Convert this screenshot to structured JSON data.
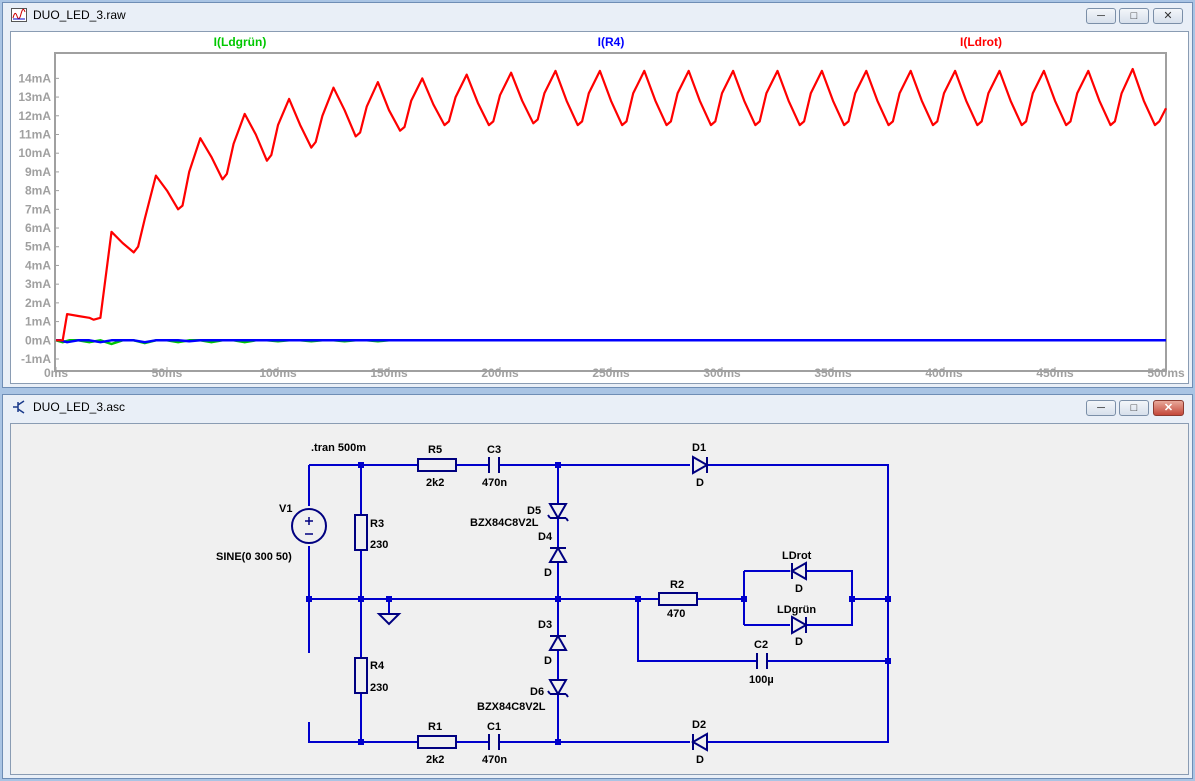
{
  "plot_window": {
    "title": "DUO_LED_3.raw",
    "icon": "waveform-icon"
  },
  "schematic_window": {
    "title": "DUO_LED_3.asc",
    "icon": "transistor-icon"
  },
  "window_buttons": {
    "minimize": "minimize-icon",
    "maximize": "maximize-icon",
    "close": "close-icon"
  },
  "colors": {
    "ldgruen": "#00c800",
    "r4": "#0000ff",
    "ldrot": "#ff0000",
    "axis": "#a0a0a0",
    "wire": "#0000cc",
    "component": "#000080"
  },
  "chart_data": {
    "type": "line",
    "x_unit": "ms",
    "y_unit": "mA",
    "xlim": [
      0,
      500
    ],
    "ylim": [
      -1,
      15
    ],
    "x_ticks": [
      "0ms",
      "50ms",
      "100ms",
      "150ms",
      "200ms",
      "250ms",
      "300ms",
      "350ms",
      "400ms",
      "450ms",
      "500ms"
    ],
    "y_ticks": [
      "-1mA",
      "0mA",
      "1mA",
      "2mA",
      "3mA",
      "4mA",
      "5mA",
      "6mA",
      "7mA",
      "8mA",
      "9mA",
      "10mA",
      "11mA",
      "12mA",
      "13mA",
      "14mA"
    ],
    "grid": false,
    "series": [
      {
        "name": "I(Ldgrün)",
        "color": "#00c800",
        "x": [
          0,
          3,
          6,
          10,
          15,
          20,
          25,
          30,
          35,
          40,
          45,
          50,
          55,
          60,
          65,
          70,
          75,
          80,
          85,
          90,
          95,
          100,
          105,
          110,
          115,
          120,
          125,
          130,
          135,
          140,
          145,
          150,
          155,
          160,
          165,
          170,
          500
        ],
        "y": [
          0,
          -0.1,
          0,
          0,
          -0.1,
          0,
          -0.2,
          0,
          0,
          -0.15,
          0,
          0,
          -0.1,
          0,
          0,
          -0.1,
          0,
          0,
          -0.1,
          0,
          0,
          -0.05,
          0,
          0,
          -0.05,
          0,
          0,
          -0.05,
          0,
          0,
          -0.05,
          0,
          0,
          0,
          0,
          0,
          0
        ]
      },
      {
        "name": "I(R4)",
        "color": "#0000ff",
        "x": [
          0,
          2,
          5,
          10,
          15,
          20,
          25,
          30,
          35,
          40,
          45,
          50,
          55,
          60,
          65,
          70,
          80,
          90,
          100,
          120,
          140,
          160,
          200,
          300,
          400,
          500
        ],
        "y": [
          0,
          0,
          -0.1,
          0,
          0,
          -0.1,
          0,
          0,
          0,
          -0.1,
          0,
          0,
          0,
          -0.05,
          0,
          0,
          0,
          0,
          0,
          0,
          0,
          0,
          0,
          0,
          0,
          0
        ]
      },
      {
        "name": "I(Ldrot)",
        "color": "#ff0000",
        "x": [
          0,
          3,
          5,
          10,
          15,
          17,
          20,
          25,
          30,
          35,
          37,
          40,
          45,
          50,
          55,
          57,
          60,
          65,
          70,
          75,
          77,
          80,
          85,
          90,
          95,
          97,
          100,
          105,
          110,
          115,
          117,
          120,
          125,
          130,
          135,
          137,
          140,
          145,
          150,
          155,
          157,
          160,
          165,
          170,
          175,
          177,
          180,
          185,
          190,
          195,
          197,
          200,
          205,
          210,
          215,
          217,
          220,
          225,
          230,
          235,
          237,
          240,
          245,
          250,
          255,
          257,
          260,
          265,
          270,
          275,
          277,
          280,
          285,
          290,
          295,
          297,
          300,
          305,
          310,
          315,
          317,
          320,
          325,
          330,
          335,
          337,
          340,
          345,
          350,
          355,
          357,
          360,
          365,
          370,
          375,
          377,
          380,
          385,
          390,
          395,
          397,
          400,
          405,
          410,
          415,
          417,
          420,
          425,
          430,
          435,
          437,
          440,
          445,
          450,
          455,
          457,
          460,
          465,
          470,
          475,
          477,
          480,
          485,
          490,
          495,
          497,
          500
        ],
        "y": [
          0,
          0,
          1.4,
          1.3,
          1.2,
          1.1,
          1.2,
          5.8,
          5.2,
          4.7,
          5.0,
          6.5,
          8.8,
          8.0,
          7.0,
          7.2,
          9.0,
          10.8,
          9.8,
          8.6,
          8.9,
          10.5,
          12.1,
          11.0,
          9.6,
          9.9,
          11.5,
          12.9,
          11.5,
          10.3,
          10.6,
          12.0,
          13.5,
          12.3,
          10.9,
          11.1,
          12.5,
          13.8,
          12.3,
          11.2,
          11.4,
          12.8,
          14.0,
          12.6,
          11.5,
          11.7,
          13.0,
          14.2,
          12.7,
          11.5,
          11.7,
          13.1,
          14.3,
          12.8,
          11.6,
          11.8,
          13.2,
          14.4,
          12.8,
          11.5,
          11.7,
          13.2,
          14.4,
          12.8,
          11.5,
          11.7,
          13.2,
          14.4,
          12.8,
          11.5,
          11.7,
          13.2,
          14.4,
          12.8,
          11.5,
          11.7,
          13.2,
          14.4,
          12.8,
          11.5,
          11.7,
          13.2,
          14.4,
          12.8,
          11.5,
          11.7,
          13.2,
          14.4,
          12.8,
          11.5,
          11.7,
          13.2,
          14.4,
          12.8,
          11.5,
          11.7,
          13.2,
          14.4,
          12.8,
          11.5,
          11.7,
          13.2,
          14.4,
          12.8,
          11.5,
          11.7,
          13.2,
          14.4,
          12.8,
          11.5,
          11.7,
          13.2,
          14.4,
          12.8,
          11.5,
          11.7,
          13.2,
          14.4,
          12.8,
          11.5,
          11.7,
          13.2,
          14.5,
          12.8,
          11.5,
          11.7,
          12.4
        ]
      }
    ]
  },
  "schematic": {
    "directive": ".tran 500m",
    "V1": {
      "name": "V1",
      "value": "SINE(0 300 50)"
    },
    "R3": {
      "name": "R3",
      "value": "230"
    },
    "R4": {
      "name": "R4",
      "value": "230"
    },
    "R5": {
      "name": "R5",
      "value": "2k2"
    },
    "R1": {
      "name": "R1",
      "value": "2k2"
    },
    "R2": {
      "name": "R2",
      "value": "470"
    },
    "C3": {
      "name": "C3",
      "value": "470n"
    },
    "C1": {
      "name": "C1",
      "value": "470n"
    },
    "C2": {
      "name": "C2",
      "value": "100µ"
    },
    "D1": {
      "name": "D1",
      "value": "D"
    },
    "D2": {
      "name": "D2",
      "value": "D"
    },
    "D3": {
      "name": "D3",
      "value": "D"
    },
    "D4": {
      "name": "D4",
      "value": "D"
    },
    "D5": {
      "name": "D5",
      "value": "BZX84C8V2L"
    },
    "D6": {
      "name": "D6",
      "value": "BZX84C8V2L"
    },
    "LDrot": {
      "name": "LDrot",
      "value": "D"
    },
    "LDgruen": {
      "name": "LDgrün",
      "value": "D"
    }
  }
}
